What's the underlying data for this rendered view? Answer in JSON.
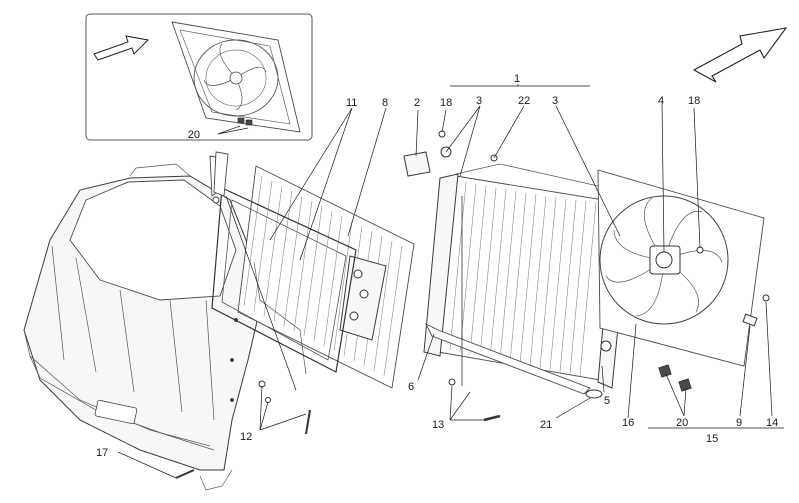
{
  "callouts": {
    "c1": "1",
    "c2": "2",
    "c3a": "3",
    "c3b": "3",
    "c4": "4",
    "c5": "5",
    "c6": "6",
    "c8": "8",
    "c9": "9",
    "c11": "11",
    "c12": "12",
    "c13": "13",
    "c14": "14",
    "c15": "15",
    "c16": "16",
    "c17": "17",
    "c18a": "18",
    "c18b": "18",
    "c20a": "20",
    "c20b": "20",
    "c21": "21",
    "c22": "22"
  },
  "icons": {
    "inset_arrow": "direction-arrow-right",
    "main_arrow": "direction-arrow-down-left"
  }
}
